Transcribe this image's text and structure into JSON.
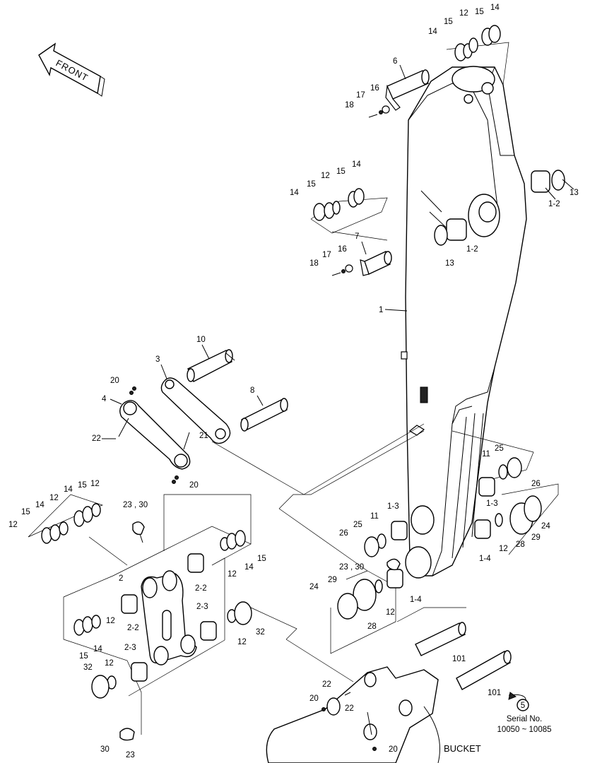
{
  "front_label": "FRONT",
  "bucket_label": "BUCKET",
  "serial": {
    "ref": "5",
    "label": "Serial No.",
    "range": "10050 ~ 10085"
  },
  "callouts": [
    {
      "id": "c1",
      "text": "1"
    },
    {
      "id": "c2",
      "text": "2"
    },
    {
      "id": "c3",
      "text": "3"
    },
    {
      "id": "c4",
      "text": "4"
    },
    {
      "id": "c6",
      "text": "6"
    },
    {
      "id": "c7",
      "text": "7"
    },
    {
      "id": "c8",
      "text": "8"
    },
    {
      "id": "c10",
      "text": "10"
    },
    {
      "id": "c11a",
      "text": "11"
    },
    {
      "id": "c11b",
      "text": "11"
    },
    {
      "id": "c12a",
      "text": "12"
    },
    {
      "id": "c12b",
      "text": "12"
    },
    {
      "id": "c12c",
      "text": "12"
    },
    {
      "id": "c12d",
      "text": "12"
    },
    {
      "id": "c12e",
      "text": "12"
    },
    {
      "id": "c12f",
      "text": "12"
    },
    {
      "id": "c12g",
      "text": "12"
    },
    {
      "id": "c12h",
      "text": "12"
    },
    {
      "id": "c12i",
      "text": "12"
    },
    {
      "id": "c12j",
      "text": "12"
    },
    {
      "id": "c12k",
      "text": "12"
    },
    {
      "id": "c13a",
      "text": "13"
    },
    {
      "id": "c13b",
      "text": "13"
    },
    {
      "id": "c14a",
      "text": "14"
    },
    {
      "id": "c14b",
      "text": "14"
    },
    {
      "id": "c14c",
      "text": "14"
    },
    {
      "id": "c14d",
      "text": "14"
    },
    {
      "id": "c14e",
      "text": "14"
    },
    {
      "id": "c14f",
      "text": "14"
    },
    {
      "id": "c14g",
      "text": "14"
    },
    {
      "id": "c14h",
      "text": "14"
    },
    {
      "id": "c15a",
      "text": "15"
    },
    {
      "id": "c15b",
      "text": "15"
    },
    {
      "id": "c15c",
      "text": "15"
    },
    {
      "id": "c15d",
      "text": "15"
    },
    {
      "id": "c15e",
      "text": "15"
    },
    {
      "id": "c15f",
      "text": "15"
    },
    {
      "id": "c15g",
      "text": "15"
    },
    {
      "id": "c15h",
      "text": "15"
    },
    {
      "id": "c16a",
      "text": "16"
    },
    {
      "id": "c16b",
      "text": "16"
    },
    {
      "id": "c17a",
      "text": "17"
    },
    {
      "id": "c17b",
      "text": "17"
    },
    {
      "id": "c18a",
      "text": "18"
    },
    {
      "id": "c18b",
      "text": "18"
    },
    {
      "id": "c20a",
      "text": "20"
    },
    {
      "id": "c20b",
      "text": "20"
    },
    {
      "id": "c20c",
      "text": "20"
    },
    {
      "id": "c20d",
      "text": "20"
    },
    {
      "id": "c21",
      "text": "21"
    },
    {
      "id": "c22a",
      "text": "22"
    },
    {
      "id": "c22b",
      "text": "22"
    },
    {
      "id": "c22c",
      "text": "22"
    },
    {
      "id": "c23a",
      "text": "23 , 30"
    },
    {
      "id": "c23b",
      "text": "23 , 30"
    },
    {
      "id": "c23c",
      "text": "23"
    },
    {
      "id": "c24a",
      "text": "24"
    },
    {
      "id": "c24b",
      "text": "24"
    },
    {
      "id": "c25a",
      "text": "25"
    },
    {
      "id": "c25b",
      "text": "25"
    },
    {
      "id": "c26a",
      "text": "26"
    },
    {
      "id": "c26b",
      "text": "26"
    },
    {
      "id": "c28a",
      "text": "28"
    },
    {
      "id": "c28b",
      "text": "28"
    },
    {
      "id": "c29a",
      "text": "29"
    },
    {
      "id": "c29b",
      "text": "29"
    },
    {
      "id": "c30",
      "text": "30"
    },
    {
      "id": "c32a",
      "text": "32"
    },
    {
      "id": "c32b",
      "text": "32"
    },
    {
      "id": "c101a",
      "text": "101"
    },
    {
      "id": "c101b",
      "text": "101"
    },
    {
      "id": "c1_2a",
      "text": "1-2"
    },
    {
      "id": "c1_2b",
      "text": "1-2"
    },
    {
      "id": "c1_3a",
      "text": "1-3"
    },
    {
      "id": "c1_3b",
      "text": "1-3"
    },
    {
      "id": "c1_4a",
      "text": "1-4"
    },
    {
      "id": "c1_4b",
      "text": "1-4"
    },
    {
      "id": "c2_2a",
      "text": "2-2"
    },
    {
      "id": "c2_2b",
      "text": "2-2"
    },
    {
      "id": "c2_3a",
      "text": "2-3"
    },
    {
      "id": "c2_3b",
      "text": "2-3"
    }
  ]
}
